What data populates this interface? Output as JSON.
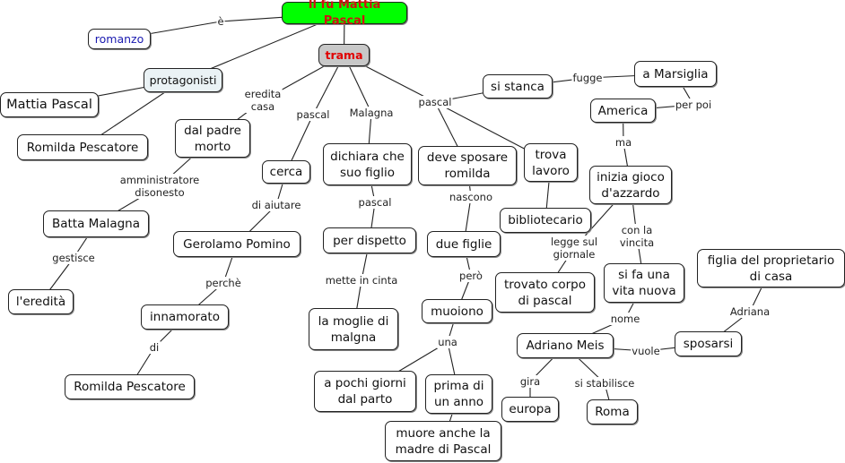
{
  "nodes": {
    "title": "Il fu Mattia Pascal",
    "romanzo": "romanzo",
    "trama": "trama",
    "protagonisti": "protagonisti",
    "mattia": "Mattia Pascal",
    "romilda1": "Romilda Pescatore",
    "padre": "dal padre\nmorto",
    "cerca": "cerca",
    "dichiara": "dichiara che\nsuo figlio",
    "sposare": "deve sposare\nromilda",
    "lavoro": "trova\nlavoro",
    "stanca": "si stanca",
    "marsiglia": "a Marsiglia",
    "america": "America",
    "gioco": "inizia gioco\nd'azzardo",
    "bibliotecario": "bibliotecario",
    "batta": "Batta Malagna",
    "pomino": "Gerolamo Pomino",
    "dispetto": "per dispetto",
    "figlie": "due figlie",
    "corpo": "trovato corpo\ndi pascal",
    "vita": "si fa una\nvita nuova",
    "figlia": "figlia del proprietario\ndi casa",
    "eredita": "l'eredità",
    "innamorato": "innamorato",
    "moglie": "la moglie di\nmalgna",
    "muoiono": "muoiono",
    "adriano": "Adriano Meis",
    "sposarsi": "sposarsi",
    "romilda2": "Romilda Pescatore",
    "pochi": "a pochi giorni\ndal parto",
    "prima": "prima di\nun anno",
    "europa": "europa",
    "roma": "Roma",
    "madre": "muore anche la\nmadre di Pascal"
  },
  "links": {
    "e": "è",
    "ereditaCasa": "eredita\ncasa",
    "pascal1": "pascal",
    "malagna": "Malagna",
    "pascal2": "pascal",
    "fugge": "fugge",
    "perPoi": "per poi",
    "ma": "ma",
    "amministratore": "amministratore\ndisonesto",
    "diAiutare": "di aiutare",
    "pascal3": "pascal",
    "nascono": "nascono",
    "legge": "legge sul\ngiornale",
    "vincita": "con la\nvincita",
    "gestisce": "gestisce",
    "perche": "perchè",
    "mette": "mette in cinta",
    "pero": "però",
    "adriana": "Adriana",
    "nome": "nome",
    "una": "una",
    "vuole": "vuole",
    "di": "di",
    "gira": "gira",
    "stabilisce": "si stabilisce"
  }
}
